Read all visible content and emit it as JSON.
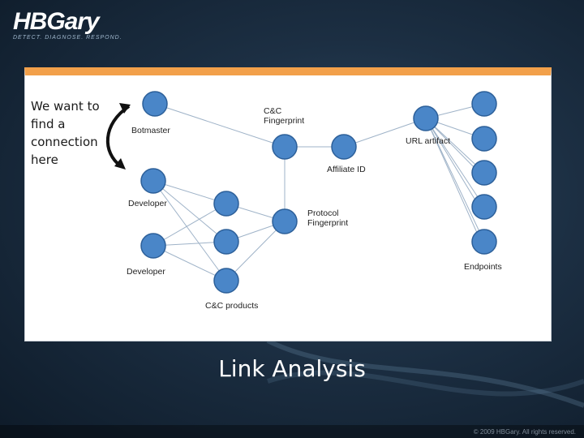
{
  "brand": {
    "logo_text": "HBGary",
    "tagline": "DETECT. DIAGNOSE. RESPOND."
  },
  "colors": {
    "panel_accent": "#f2a04a",
    "node_fill": "#4a86c8",
    "node_stroke": "#2c5f99",
    "edge": "#9fb3c8",
    "arrow": "#111111"
  },
  "diagram": {
    "note": "We want to\nfind a\nconnection\nhere",
    "labels": {
      "botmaster": "Botmaster",
      "cc_fingerprint": "C&C\nFingerprint",
      "url_artifact": "URL artifact",
      "affiliate_id": "Affiliate ID",
      "developer_top": "Developer",
      "protocol_fingerprint": "Protocol\nFingerprint",
      "developer_bottom": "Developer",
      "endpoints": "Endpoints",
      "cc_products": "C&C products"
    }
  },
  "slide_title": "Link Analysis",
  "footer": {
    "copyright": "© 2009 HBGary.  All rights reserved."
  }
}
